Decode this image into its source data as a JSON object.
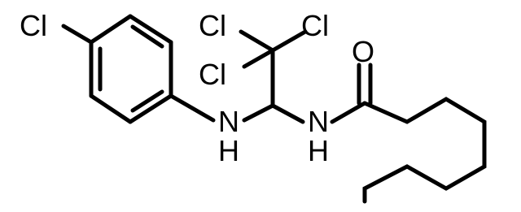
{
  "structure": {
    "colors": {
      "bond": "#000000",
      "label": "#000000",
      "background": "#ffffff"
    },
    "atoms": {
      "cl_aryl": "Cl",
      "cl_1": "Cl",
      "cl_2": "Cl",
      "cl_3": "Cl",
      "amine_n": "N",
      "amine_h": "H",
      "amide_n": "N",
      "amide_h": "H",
      "carbonyl_o": "O"
    }
  }
}
